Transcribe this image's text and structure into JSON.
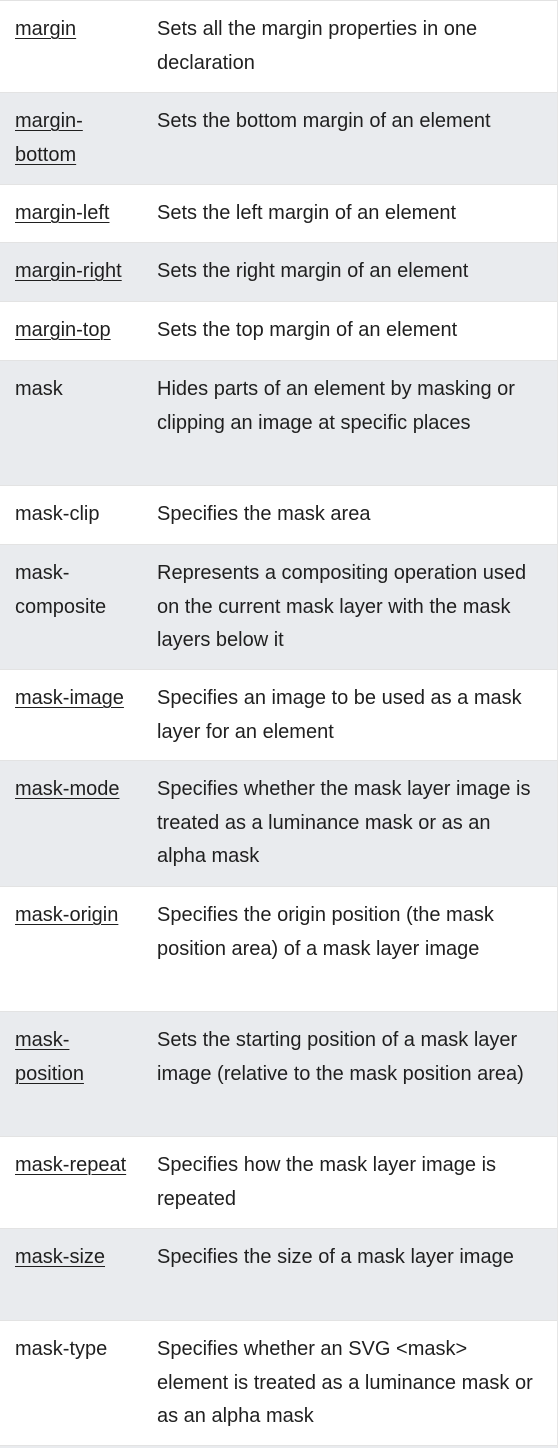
{
  "rows": [
    {
      "property": "margin",
      "description": "Sets all the margin properties in one declaration"
    },
    {
      "property": "margin-bottom",
      "description": "Sets the bottom margin of an element"
    },
    {
      "property": "margin-left",
      "description": "Sets the left margin of an element"
    },
    {
      "property": "margin-right",
      "description": "Sets the right margin of an element"
    },
    {
      "property": "margin-top",
      "description": "Sets the top margin of an element"
    },
    {
      "property": "mask",
      "description": "Hides parts of an element by masking or clipping an image at specific places"
    },
    {
      "property": "mask-clip",
      "description": "Specifies the mask area"
    },
    {
      "property": "mask-composite",
      "description": "Represents a compositing operation used on the current mask layer with the mask layers below it"
    },
    {
      "property": "mask-image",
      "description": "Specifies an image to be used as a mask layer for an element"
    },
    {
      "property": "mask-mode",
      "description": "Specifies whether the mask layer image is treated as a luminance mask or as an alpha mask"
    },
    {
      "property": "mask-origin",
      "description": "Specifies the origin position (the mask position area) of a mask layer image"
    },
    {
      "property": "mask-position",
      "description": "Sets the starting position of a mask layer image (relative to the mask position area)"
    },
    {
      "property": "mask-repeat",
      "description": "Specifies how the mask layer image is repeated"
    },
    {
      "property": "mask-size",
      "description": "Specifies the size of a mask layer image"
    },
    {
      "property": "mask-type",
      "description": "Specifies whether an SVG <mask> element is treated as a luminance mask or as an alpha mask"
    }
  ],
  "colors": {
    "row_alt_background": "#e9ebee",
    "text": "#1f1f1f"
  }
}
